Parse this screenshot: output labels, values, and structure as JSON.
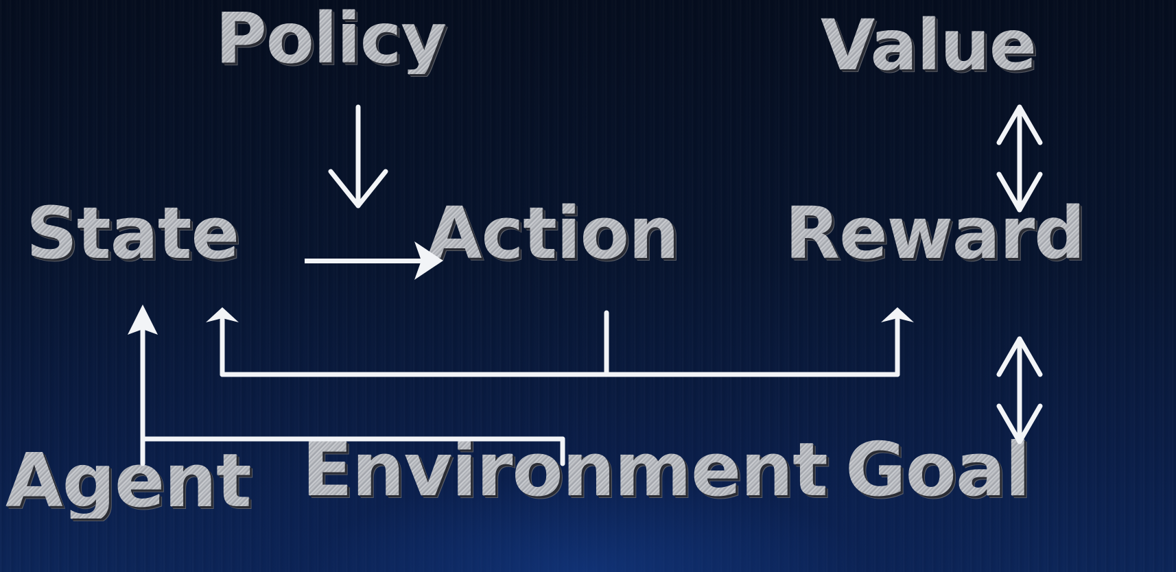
{
  "terms": {
    "policy": "Policy",
    "value": "Value",
    "state": "State",
    "action": "Action",
    "reward": "Reward",
    "agent": "Agent",
    "environment": "Environment",
    "goal": "Goal"
  },
  "colors": {
    "background_top": "#050d1e",
    "background_bottom": "#0c2558",
    "text_metal": "#b9bcc2",
    "arrow": "#f2f4f7"
  }
}
